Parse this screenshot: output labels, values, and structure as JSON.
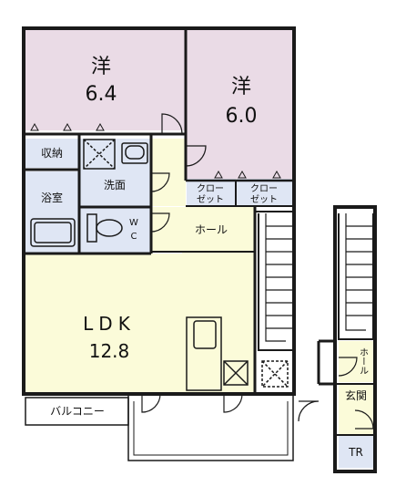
{
  "colors": {
    "bedroom": "#eadbe6",
    "ldk": "#fbfbd9",
    "wet": "#dfe6f4",
    "hall": "#fbfbd9",
    "balcony": "#ffffff",
    "wall": "#1a1a1a"
  },
  "rooms": {
    "bedroom1": {
      "label": "洋",
      "size": "6.4"
    },
    "bedroom2": {
      "label": "洋",
      "size": "6.0"
    },
    "storage": "収納",
    "bath": "浴室",
    "washroom": "洗面",
    "wc_w": "W",
    "wc_c": "C",
    "closet1": [
      "クロー",
      "ゼット"
    ],
    "closet2": [
      "クロー",
      "ゼット"
    ],
    "hall": "ホール",
    "ldk": {
      "label": "LDK",
      "size": "12.8"
    },
    "balcony": "バルコニー",
    "hall2": "ホール",
    "entrance": "玄関",
    "tr": "TR"
  }
}
